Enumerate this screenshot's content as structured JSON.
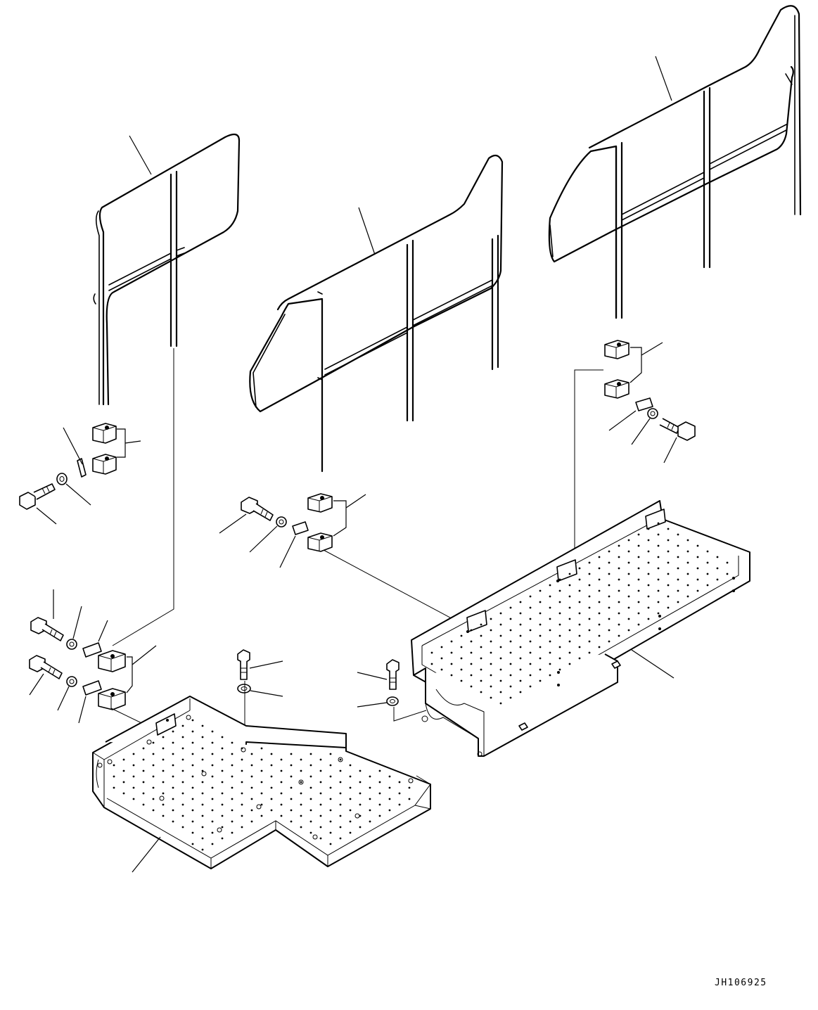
{
  "drawing": {
    "code": "JH106925"
  },
  "parts": {
    "handrails": [
      "handrail-short",
      "handrail-middle",
      "handrail-long"
    ],
    "platforms": [
      "platform-left",
      "platform-right"
    ],
    "icons": {
      "clamp_block": "clamp-block-icon",
      "bolt": "bolt-icon",
      "washer": "washer-icon",
      "shim": "shim-plate-icon"
    }
  }
}
